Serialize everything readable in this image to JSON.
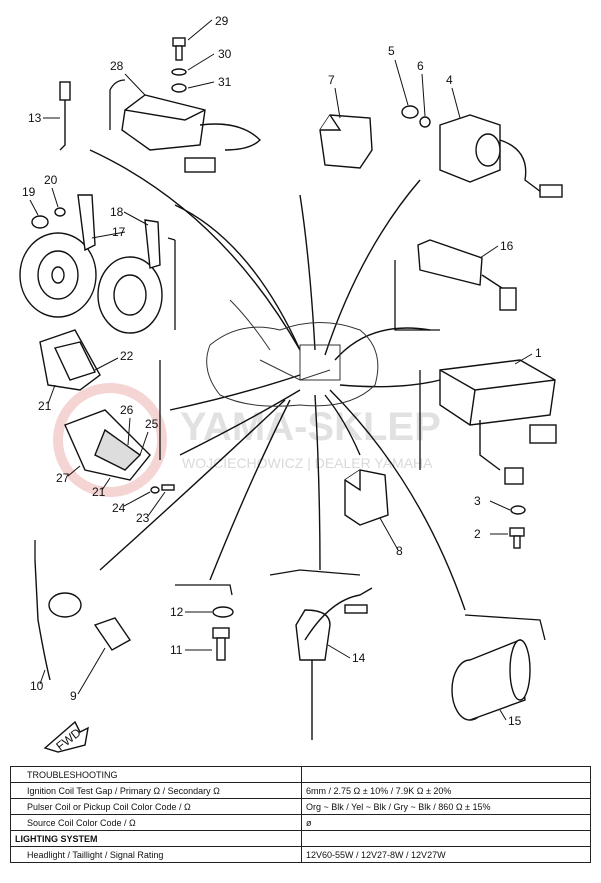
{
  "parts": [
    {
      "id": "29",
      "label": "29"
    },
    {
      "id": "30",
      "label": "30"
    },
    {
      "id": "31",
      "label": "31"
    },
    {
      "id": "28",
      "label": "28"
    },
    {
      "id": "13",
      "label": "13"
    },
    {
      "id": "7",
      "label": "7"
    },
    {
      "id": "5",
      "label": "5"
    },
    {
      "id": "6",
      "label": "6"
    },
    {
      "id": "4",
      "label": "4"
    },
    {
      "id": "19",
      "label": "19"
    },
    {
      "id": "20",
      "label": "20"
    },
    {
      "id": "18",
      "label": "18"
    },
    {
      "id": "17",
      "label": "17"
    },
    {
      "id": "16",
      "label": "16"
    },
    {
      "id": "22",
      "label": "22"
    },
    {
      "id": "21a",
      "label": "21"
    },
    {
      "id": "1",
      "label": "1"
    },
    {
      "id": "26",
      "label": "26"
    },
    {
      "id": "25",
      "label": "25"
    },
    {
      "id": "27",
      "label": "27"
    },
    {
      "id": "21b",
      "label": "21"
    },
    {
      "id": "24",
      "label": "24"
    },
    {
      "id": "23",
      "label": "23"
    },
    {
      "id": "3",
      "label": "3"
    },
    {
      "id": "2",
      "label": "2"
    },
    {
      "id": "8",
      "label": "8"
    },
    {
      "id": "12",
      "label": "12"
    },
    {
      "id": "11",
      "label": "11"
    },
    {
      "id": "14",
      "label": "14"
    },
    {
      "id": "10",
      "label": "10"
    },
    {
      "id": "9",
      "label": "9"
    },
    {
      "id": "15",
      "label": "15"
    }
  ],
  "watermark": {
    "main": "YAMA-SKLEP",
    "sub": "WOJCIECHOWICZ | DEALER YAMAHA"
  },
  "fwd_label": "FWD",
  "table": {
    "rows": [
      {
        "type": "header",
        "c1": "TROUBLESHOOTING",
        "c2": ""
      },
      {
        "type": "row",
        "c1": "Ignition Coil Test Gap / Primary Ω / Secondary Ω",
        "c2": "6mm / 2.75 Ω ± 10% / 7.9K Ω ± 20%"
      },
      {
        "type": "row",
        "c1": "Pulser Coil or Pickup Coil Color Code / Ω",
        "c2": "Org ~ Blk / Yel ~ Blk / Gry ~ Blk / 860 Ω ± 15%"
      },
      {
        "type": "row",
        "c1": "Source Coil Color Code / Ω",
        "c2": "ø"
      },
      {
        "type": "section",
        "c1": "LIGHTING SYSTEM",
        "c2": ""
      },
      {
        "type": "row",
        "c1": "Headlight / Taillight / Signal Rating",
        "c2": "12V60-55W / 12V27-8W / 12V27W"
      }
    ]
  }
}
